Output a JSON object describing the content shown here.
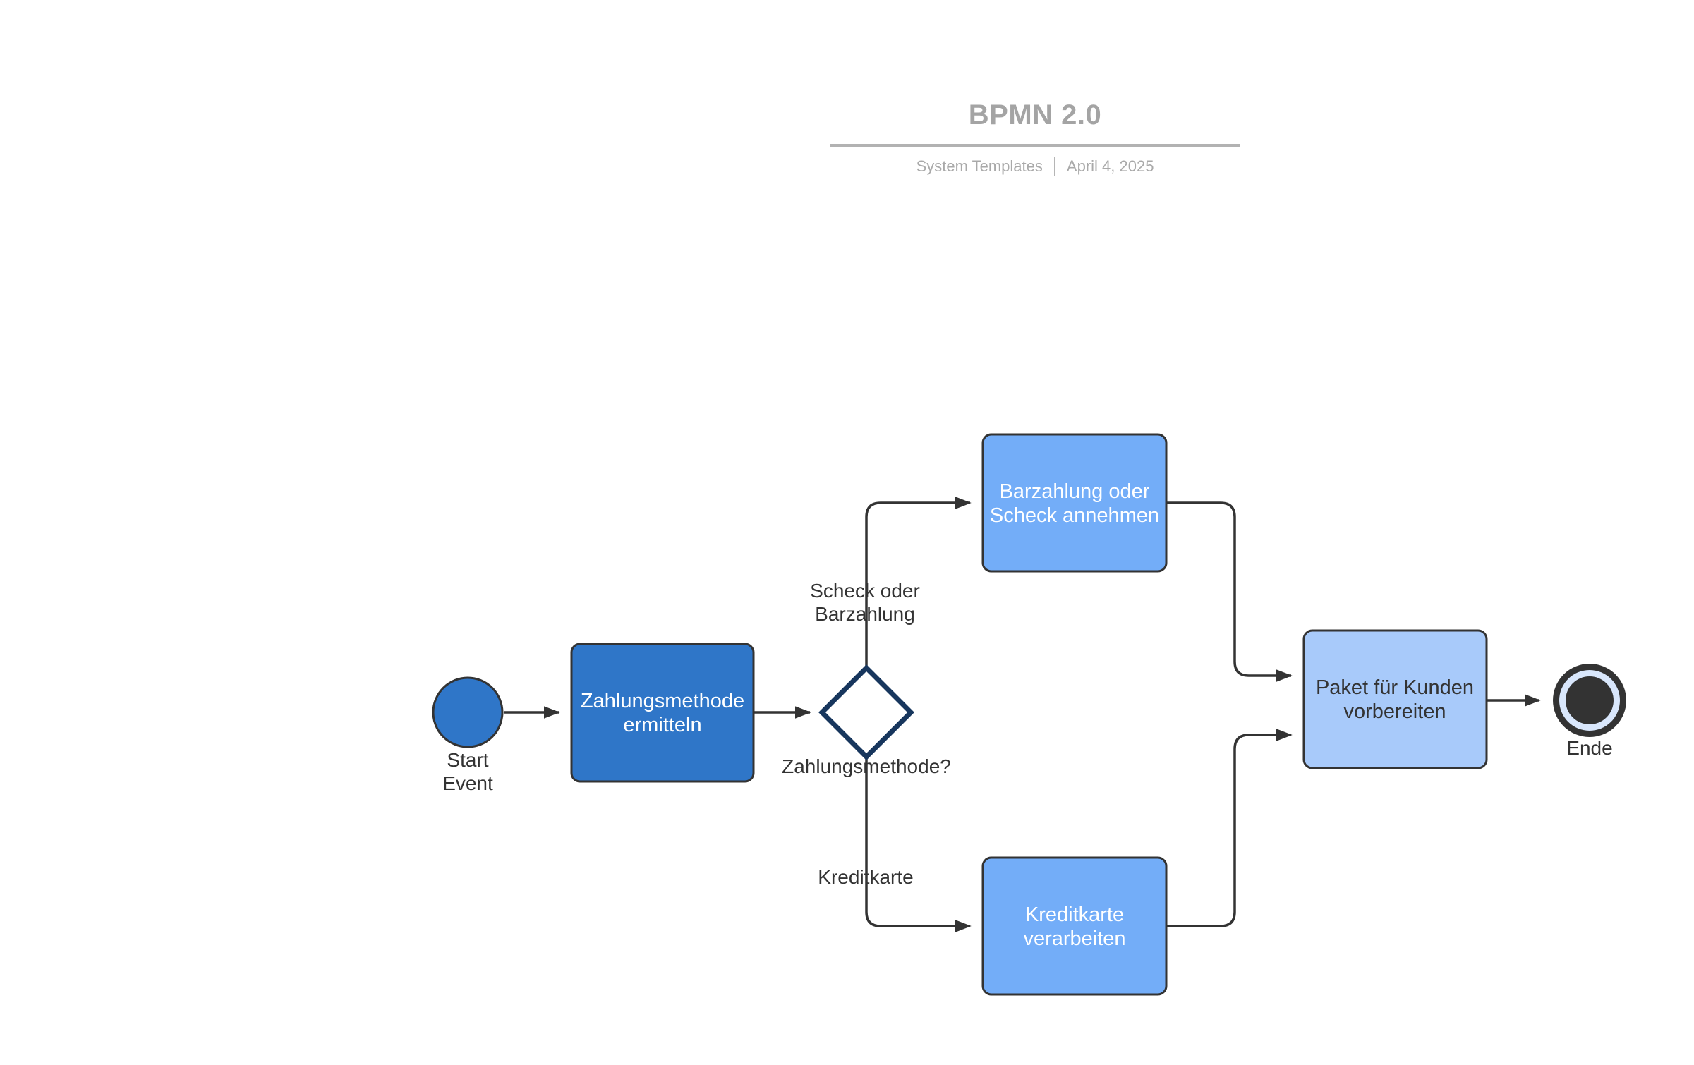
{
  "header": {
    "title": "BPMN 2.0",
    "subtitle_left": "System Templates",
    "subtitle_right": "April 4, 2025"
  },
  "diagram": {
    "start_event": {
      "label_lines": [
        "Start",
        "Event"
      ],
      "fill": "#2F76C8"
    },
    "tasks": [
      {
        "id": "determine-payment",
        "lines": [
          "Zahlungsmethode",
          "ermitteln"
        ],
        "fill": "#2F76C8",
        "text_color": "#FFFFFF"
      },
      {
        "id": "accept-cash-check",
        "lines": [
          "Barzahlung oder",
          "Scheck annehmen"
        ],
        "fill": "#73ADF8",
        "text_color": "#FFFFFF"
      },
      {
        "id": "process-credit-card",
        "lines": [
          "Kreditkarte",
          "verarbeiten"
        ],
        "fill": "#73ADF8",
        "text_color": "#FFFFFF"
      },
      {
        "id": "prepare-package",
        "lines": [
          "Paket für Kunden",
          "vorbereiten"
        ],
        "fill": "#A8CAFA",
        "text_color": "#333333"
      }
    ],
    "gateway": {
      "label": "Zahlungsmethode?",
      "border_color": "#17365D"
    },
    "flow_labels": {
      "top_line1": "Scheck oder",
      "top_line2": "Barzahlung",
      "bottom": "Kreditkarte"
    },
    "end_event": {
      "label": "Ende",
      "inner_ring_color": "#D9E7FC"
    },
    "line_color": "#333333"
  }
}
